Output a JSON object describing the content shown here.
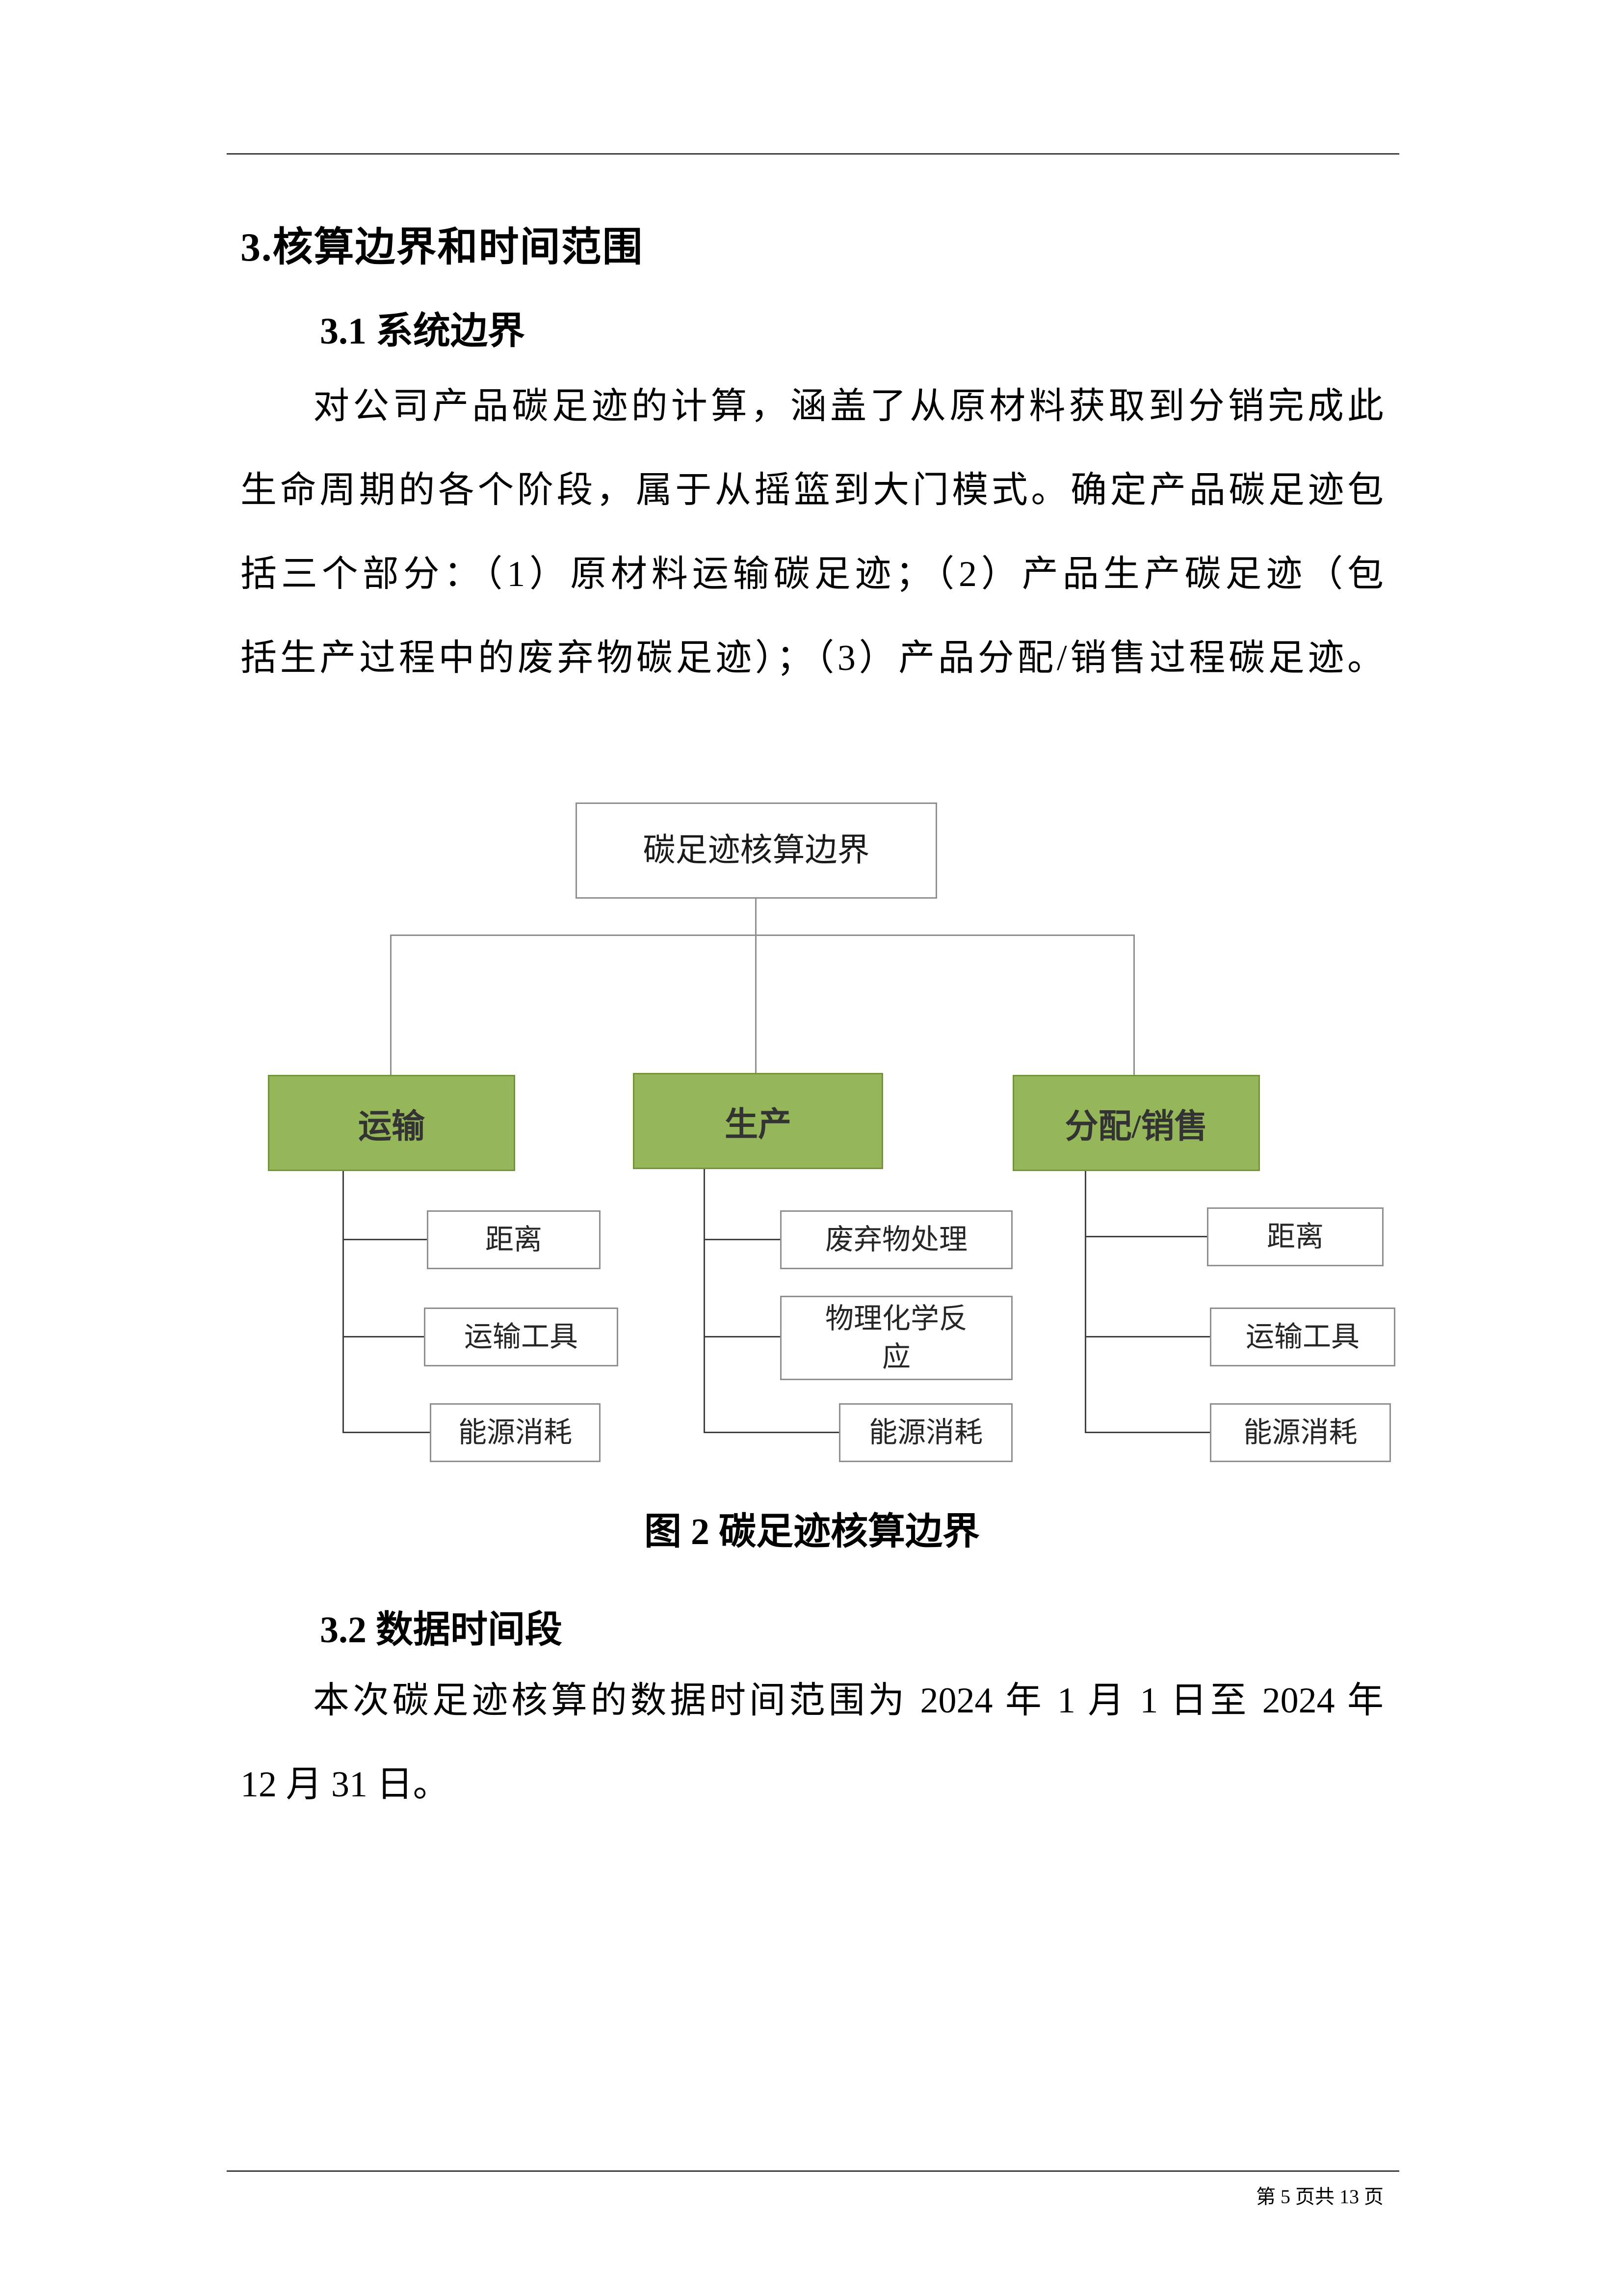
{
  "doc": {
    "heading": "3.核算边界和时间范围",
    "section_3_1": {
      "title": "3.1 系统边界",
      "lines": [
        "对公司产品碳足迹的计算，涵盖了从原材料获取到分销完成此",
        "生命周期的各个阶段，属于从摇篮到大门模式。确定产品碳足迹包",
        "括三个部分：（1）原材料运输碳足迹；（2）产品生产碳足迹（包",
        "括生产过程中的废弃物碳足迹）；（3）产品分配/销售过程碳足迹。"
      ]
    },
    "figure": {
      "root": "碳足迹核算边界",
      "branches": [
        {
          "label": "运输",
          "children": [
            "距离",
            "运输工具",
            "能源消耗"
          ]
        },
        {
          "label": "生产",
          "children": [
            "废弃物处理",
            "物理化学反应",
            "能源消耗"
          ]
        },
        {
          "label": "分配/销售",
          "children": [
            "距离",
            "运输工具",
            "能源消耗"
          ]
        }
      ],
      "caption": "图 2  碳足迹核算边界"
    },
    "section_3_2": {
      "title": "3.2 数据时间段",
      "lines": [
        "本次碳足迹核算的数据时间范围为 2024 年 1 月 1 日至 2024 年",
        "12 月 31 日。"
      ]
    },
    "footer": "第 5 页共 13 页"
  },
  "colors": {
    "green_fill": "#95b75a",
    "green_border": "#769339",
    "box_border": "#8f8f8f",
    "connector_light": "#8f8f8f",
    "connector_dark": "#3f3f3f",
    "text": "#000000"
  }
}
